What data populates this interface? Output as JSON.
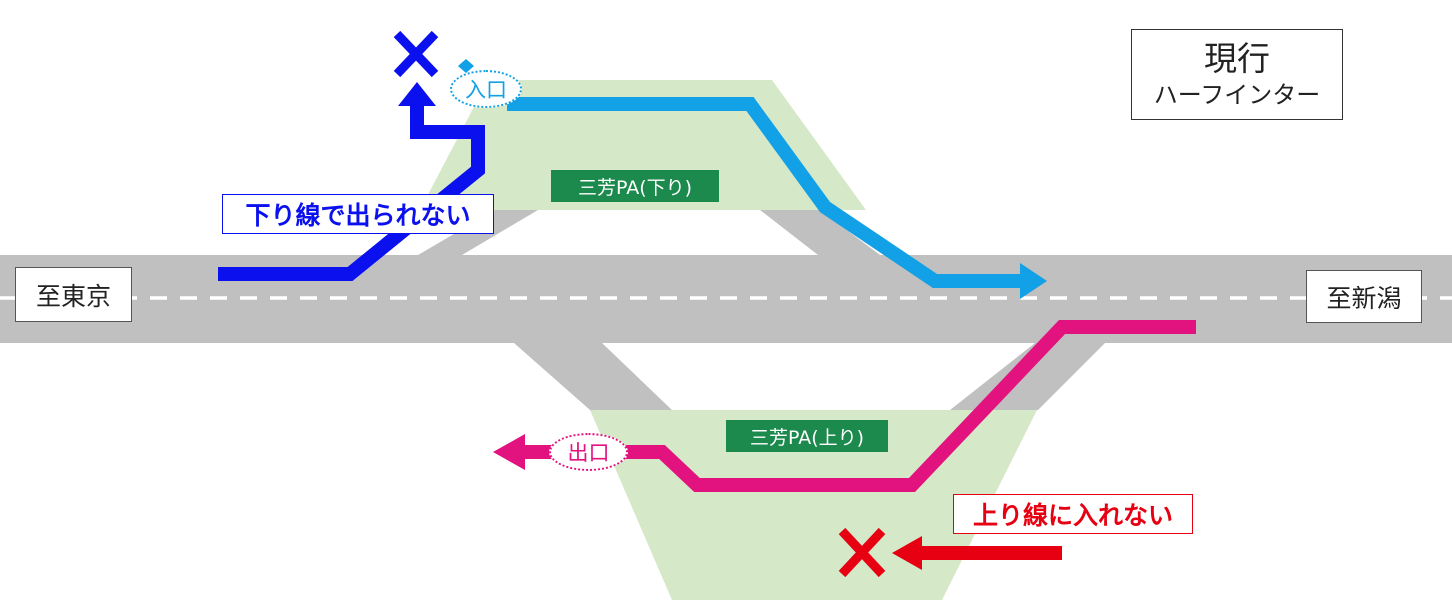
{
  "legend": {
    "title": "現行",
    "subtitle": "ハーフインター"
  },
  "cities": {
    "left": "至東京",
    "right": "至新潟"
  },
  "pa": {
    "down": "三芳PA(下り)",
    "up": "三芳PA(上り)"
  },
  "ramps": {
    "entrance": "入口",
    "exit": "出口"
  },
  "warnings": {
    "down": "下り線で出られない",
    "up": "上り線に入れない"
  },
  "colors": {
    "road": "#c0c0c0",
    "pa_area": "#d5e8c8",
    "down_blocked": "#0a10ee",
    "down_route": "#12a0e6",
    "up_route": "#e2127e",
    "up_blocked": "#e60012"
  },
  "icons": [
    "cross-icon",
    "arrow-icon"
  ]
}
